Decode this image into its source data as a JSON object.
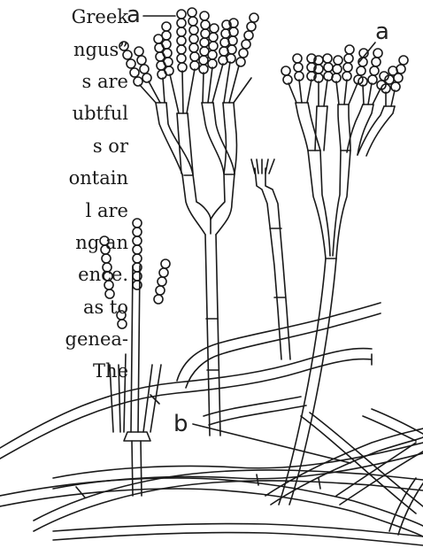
{
  "page": {
    "text_fragments": [
      "Greek",
      "ngus”",
      "s are",
      "ubtful",
      "s or",
      "ontain",
      "l are",
      "ng an",
      "ence.",
      "as to",
      "genea-",
      "The"
    ]
  },
  "figure": {
    "labels": {
      "a_left": "a",
      "a_right": "a",
      "b": "b"
    },
    "colors": {
      "ink": "#1a1a1a",
      "paper": "#ffffff"
    }
  }
}
